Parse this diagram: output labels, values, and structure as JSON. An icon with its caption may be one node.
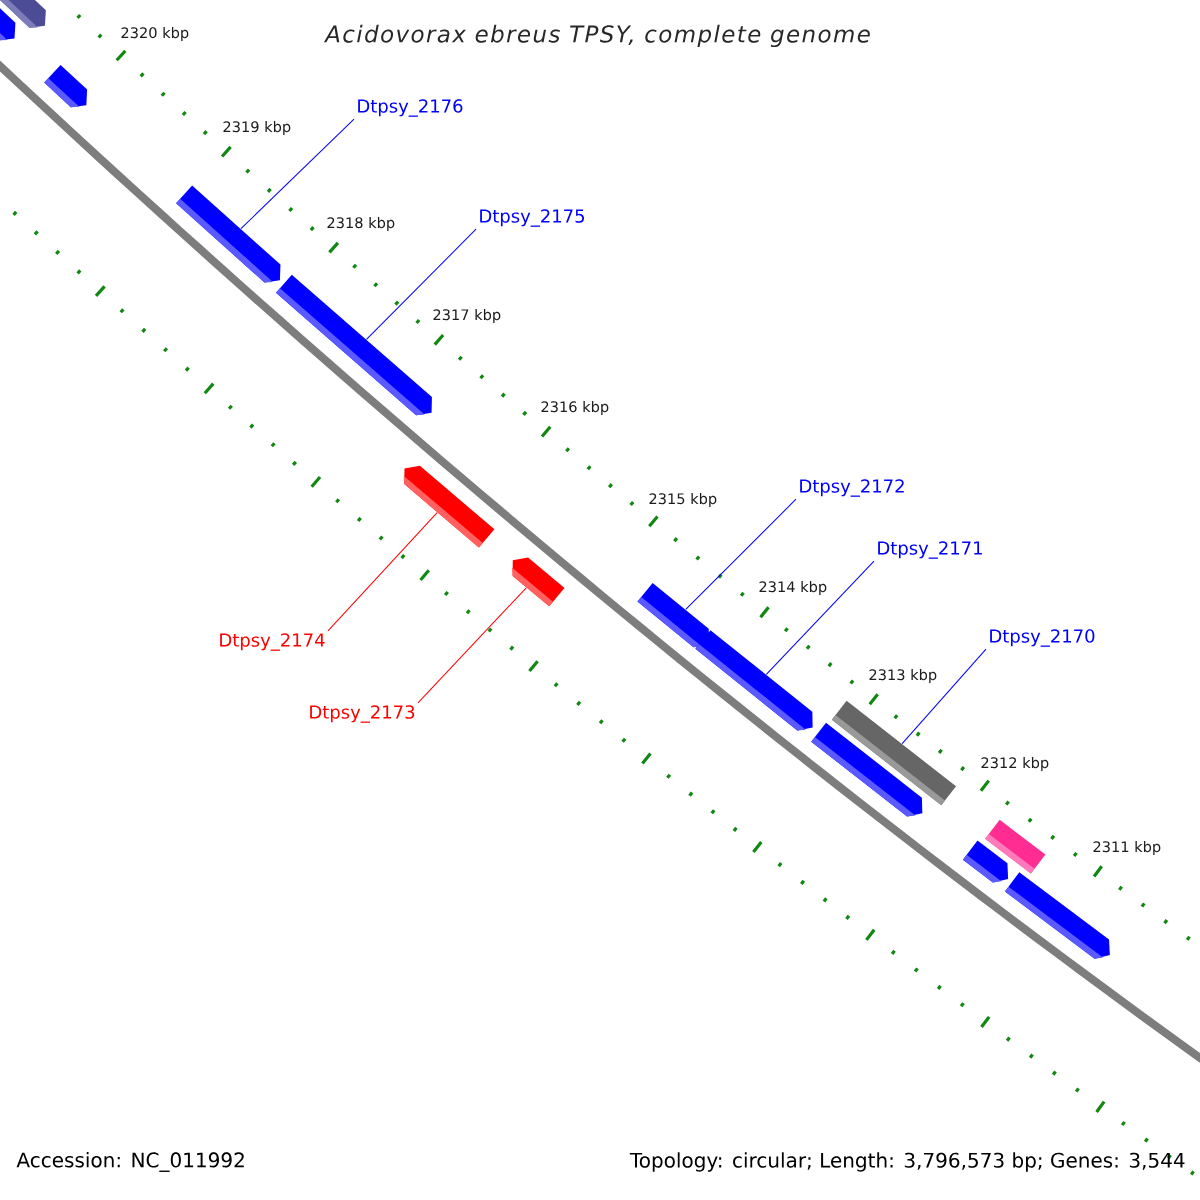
{
  "diagram": {
    "title": "Acidovorax ebreus TPSY, complete genome",
    "nodes": [
      {
        "text": [],
        "shape": "bar"
      },
      {
        "text": [],
        "shape": "bar"
      },
      {
        "text": [],
        "shape": "bar"
      },
      {
        "text": [],
        "shape": "bar"
      },
      {
        "text": [],
        "shape": "bar"
      },
      {
        "text": [],
        "shape": "bar"
      },
      {
        "text": [],
        "shape": "bar"
      },
      {
        "text": [],
        "shape": "bar"
      },
      {
        "text": [],
        "shape": "bar"
      },
      {
        "text": [],
        "shape": "bar"
      },
      {
        "text": [],
        "shape": "bar"
      },
      {
        "text": [],
        "shape": "bar"
      },
      {
        "text": [],
        "shape": "bar"
      },
      {
        "text": [],
        "shape": "bar"
      },
      {
        "text": [
          "Dtpsy_2176"
        ]
      },
      {
        "text": [
          "Dtpsy_2175"
        ]
      },
      {
        "text": [
          "Dtpsy_2172"
        ]
      },
      {
        "text": [
          "Dtpsy_2171"
        ]
      },
      {
        "text": [
          "Dtpsy_2170"
        ]
      },
      {
        "text": [
          "Dtpsy_2174"
        ]
      },
      {
        "text": [
          "Dtpsy_2173"
        ]
      }
    ],
    "edges": [
      {
        "from": 14,
        "to": 3,
        "arrow": "none"
      },
      {
        "from": 15,
        "to": 4,
        "arrow": "none"
      },
      {
        "from": 16,
        "to": 7,
        "arrow": "none"
      },
      {
        "from": 17,
        "to": 8,
        "arrow": "none"
      },
      {
        "from": 18,
        "to": 9,
        "arrow": "none"
      },
      {
        "from": 19,
        "to": 5,
        "arrow": "none",
        "color": "#ff0000"
      },
      {
        "from": 20,
        "to": 6,
        "arrow": "none",
        "color": "#ff0000"
      }
    ],
    "labels": [
      "2320 kbp",
      "2319 kbp",
      "2318 kbp",
      "2317 kbp",
      "2316 kbp",
      "2315 kbp",
      "2314 kbp",
      "2313 kbp",
      "2312 kbp",
      "2311 kbp",
      "Accession: NC_011992",
      "Topology: circular; Length: 3,796,573 bp; Genes: 3,544"
    ]
  }
}
